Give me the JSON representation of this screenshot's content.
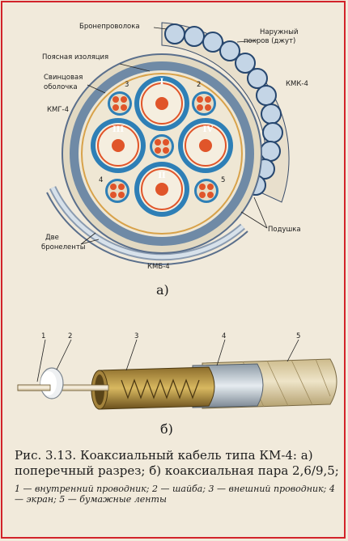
{
  "figure_a": {
    "labels": {
      "armor_wire": "Бронепроволока",
      "outer_cover": "Наружный покров (джут)",
      "belt_insulation": "Поясная изоляция",
      "lead_sheath": "Свинцовая оболочка",
      "kmg4": "КМГ-4",
      "kmk4": "КМК-4",
      "cushion": "Подушка",
      "two_tapes": "Две броне­ленты",
      "kmb4": "КМБ-4"
    },
    "pair_numerals": [
      "I",
      "II",
      "III",
      "IV"
    ],
    "quad_numbers": [
      "2",
      "3",
      "4",
      "5"
    ],
    "panel": "а)"
  },
  "figure_b": {
    "part_numbers": [
      "1",
      "2",
      "3",
      "4",
      "5"
    ],
    "panel": "б)"
  },
  "caption": {
    "main": "Рис. 3.13. Коаксиальный кабель типа КМ-4: а) поперечный разрез; б) коаксиальная пара 2,6/9,5;",
    "legend": "1 — внутренний проводник; 2 — шайба; 3 — внешний проводник; 4 — экран; 5 — бумажные ленты"
  },
  "colors": {
    "copper": "#e0552a",
    "blue_tube": "#2e7fb6",
    "lead_sheath": "#5a82a6",
    "armor": "#b9cde0",
    "paper": "#d9c9a0",
    "frame": "#d2232a"
  }
}
